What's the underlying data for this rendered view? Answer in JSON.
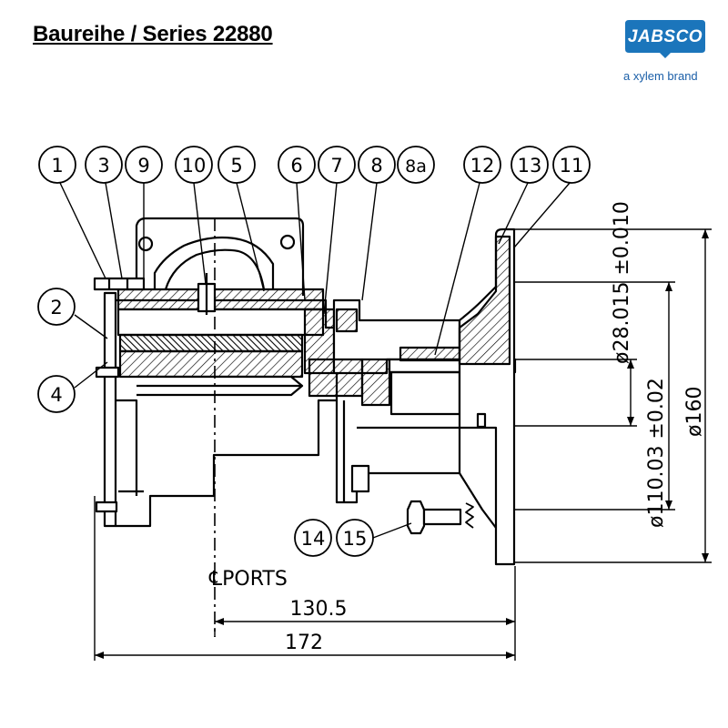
{
  "title": "Baureihe / Series 22880",
  "logo": {
    "wordmark": "JABSCO",
    "tagline": "a xylem brand",
    "badge_color": "#1b75bb"
  },
  "callouts": [
    "1",
    "3",
    "9",
    "10",
    "5",
    "6",
    "7",
    "8",
    "8a",
    "12",
    "13",
    "11",
    "2",
    "4",
    "14",
    "15"
  ],
  "dimensions": {
    "shaft_diameter": "ø28.015 ±0.010",
    "pilot_diameter": "ø110.03 ±0.02",
    "flange_diameter": "ø160",
    "ports_centerline": "℄PORTS",
    "ports_to_flange": "130.5",
    "overall_length": "172"
  }
}
